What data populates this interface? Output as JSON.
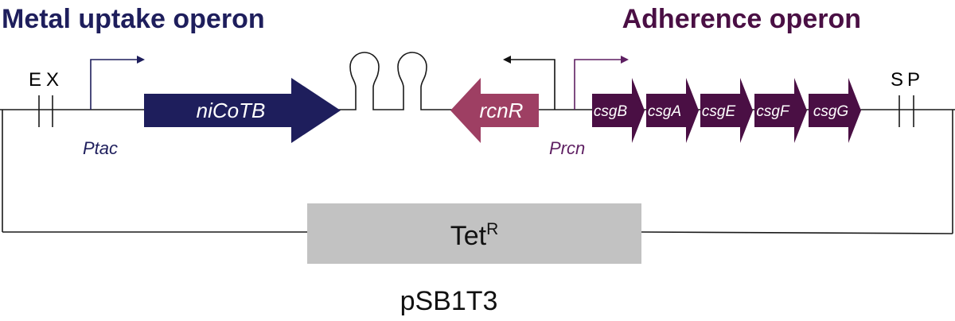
{
  "titles": {
    "left": "Metal uptake operon",
    "right": "Adherence operon"
  },
  "restriction_sites": {
    "left_e": "E",
    "left_x": "X",
    "right_s": "S",
    "right_p": "P"
  },
  "promoters": {
    "ptac": "Ptac",
    "prcn": "Prcn"
  },
  "genes": {
    "nicotb": "niCoTB",
    "rcnr": "rcnR",
    "csg": [
      "csgB",
      "csgA",
      "csgE",
      "csgF",
      "csgG"
    ]
  },
  "marker": {
    "name": "Tet",
    "superscript": "R"
  },
  "plasmid": "pSB1T3",
  "colors": {
    "metal_operon": "#1e1e5c",
    "adherence_operon": "#4a0f44",
    "rcnr": "#9e3f63",
    "prcn": "#5e1f62",
    "marker_box": "#c2c2c2",
    "backbone": "#1a1a1a"
  }
}
